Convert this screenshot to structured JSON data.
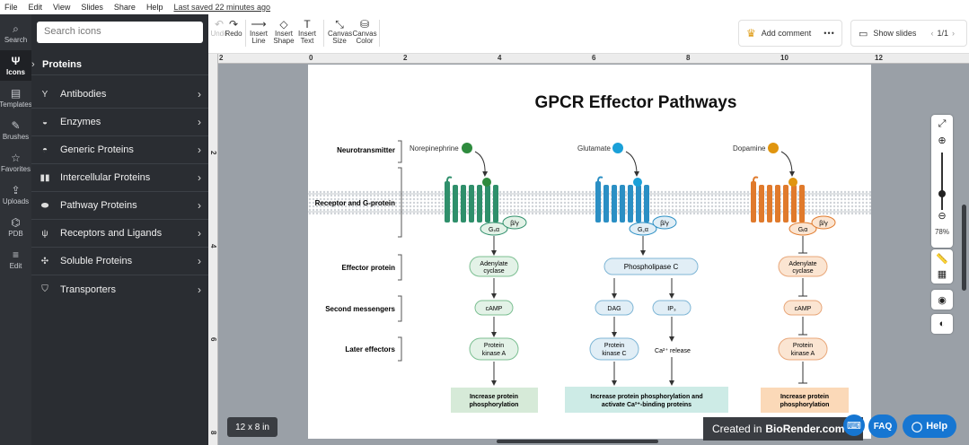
{
  "menu": {
    "items": [
      "File",
      "Edit",
      "View",
      "Slides",
      "Share",
      "Help"
    ],
    "last_saved": "Last saved 22 minutes ago"
  },
  "rail": [
    {
      "label": "Search",
      "icon": "search-icon",
      "glyph": "⌕"
    },
    {
      "label": "Icons",
      "icon": "icons-icon",
      "glyph": "Ψ",
      "active": true
    },
    {
      "label": "Templates",
      "icon": "templates-icon",
      "glyph": "▤"
    },
    {
      "label": "Brushes",
      "icon": "brush-icon",
      "glyph": "✎"
    },
    {
      "label": "Favorites",
      "icon": "star-icon",
      "glyph": "☆"
    },
    {
      "label": "Uploads",
      "icon": "upload-icon",
      "glyph": "⇪"
    },
    {
      "label": "PDB",
      "icon": "pdb-icon",
      "glyph": "⌬"
    },
    {
      "label": "Edit",
      "icon": "sliders-icon",
      "glyph": "≡"
    }
  ],
  "panel": {
    "search_placeholder": "Search icons",
    "heading": "Proteins",
    "categories": [
      {
        "label": "Antibodies",
        "icon": "antibody-icon",
        "glyph": "Y"
      },
      {
        "label": "Enzymes",
        "icon": "enzyme-icon",
        "glyph": "◒"
      },
      {
        "label": "Generic Proteins",
        "icon": "generic-protein-icon",
        "glyph": "◓"
      },
      {
        "label": "Intercellular Proteins",
        "icon": "intercellular-protein-icon",
        "glyph": "▮▮"
      },
      {
        "label": "Pathway Proteins",
        "icon": "pathway-protein-icon",
        "glyph": "⬬"
      },
      {
        "label": "Receptors and Ligands",
        "icon": "receptor-icon",
        "glyph": "ψ"
      },
      {
        "label": "Soluble Proteins",
        "icon": "soluble-protein-icon",
        "glyph": "✣"
      },
      {
        "label": "Transporters",
        "icon": "transporter-icon",
        "glyph": "⛉"
      }
    ]
  },
  "toolbar": {
    "undo": "Undo",
    "redo": "Redo",
    "insert_line": [
      "Insert",
      "Line"
    ],
    "insert_shape": [
      "Insert",
      "Shape"
    ],
    "insert_text": [
      "Insert",
      "Text"
    ],
    "canvas_size": [
      "Canvas",
      "Size"
    ],
    "canvas_color": [
      "Canvas",
      "Color"
    ],
    "add_comment": "Add comment",
    "more": "•••",
    "show_slides": "Show slides",
    "slide_counter": "1/1"
  },
  "rulers": {
    "top": [
      "2",
      "0",
      "2",
      "4",
      "6",
      "8",
      "10",
      "12"
    ],
    "left": [
      "2",
      "4",
      "6",
      "8"
    ]
  },
  "canvas": {
    "size_label": "12 x 8 in",
    "zoom": "78%"
  },
  "figure": {
    "title": "GPCR Effector Pathways",
    "rows": [
      "Neurotransmitter",
      "Receptor and G-protein",
      "Effector protein",
      "Second messengers",
      "Later effectors"
    ],
    "ligands": [
      "Norepinephrine",
      "Glutamate",
      "Dopamine"
    ],
    "galpha": "Gₛα",
    "galpha_q": "G꜀α",
    "galpha_i": "Gᵢα",
    "gbg": "β/γ",
    "col1": {
      "effector": [
        "Adenylate",
        "cyclase"
      ],
      "messenger": "cAMP",
      "later": [
        "Protein",
        "kinase A"
      ],
      "result": [
        "Increase protein",
        "phosphorylation"
      ]
    },
    "col2": {
      "effector": "Phospholipase C",
      "messenger_a": "DAG",
      "messenger_b": "IP₃",
      "later_a": [
        "Protein",
        "kinase C"
      ],
      "later_b": "Ca²⁺ release",
      "result": [
        "Increase protein phosphorylation and",
        "activate Ca²⁺-binding proteins"
      ]
    },
    "col3": {
      "effector": [
        "Adenylate",
        "cyclase"
      ],
      "messenger": "cAMP",
      "later": [
        "Protein",
        "kinase A"
      ],
      "result": [
        "Increase protein",
        "phosphorylation"
      ]
    },
    "colors": {
      "green": "#2f8f6b",
      "blue": "#2b8fc4",
      "orange": "#e07a2c",
      "ligand_green": "#2e8b3e",
      "ligand_blue": "#1aa0d8",
      "ligand_orange": "#e0950f"
    }
  },
  "footer": {
    "created_prefix": "Created in",
    "created_brand": "BioRender.com",
    "faq": "FAQ",
    "help": "Help"
  }
}
